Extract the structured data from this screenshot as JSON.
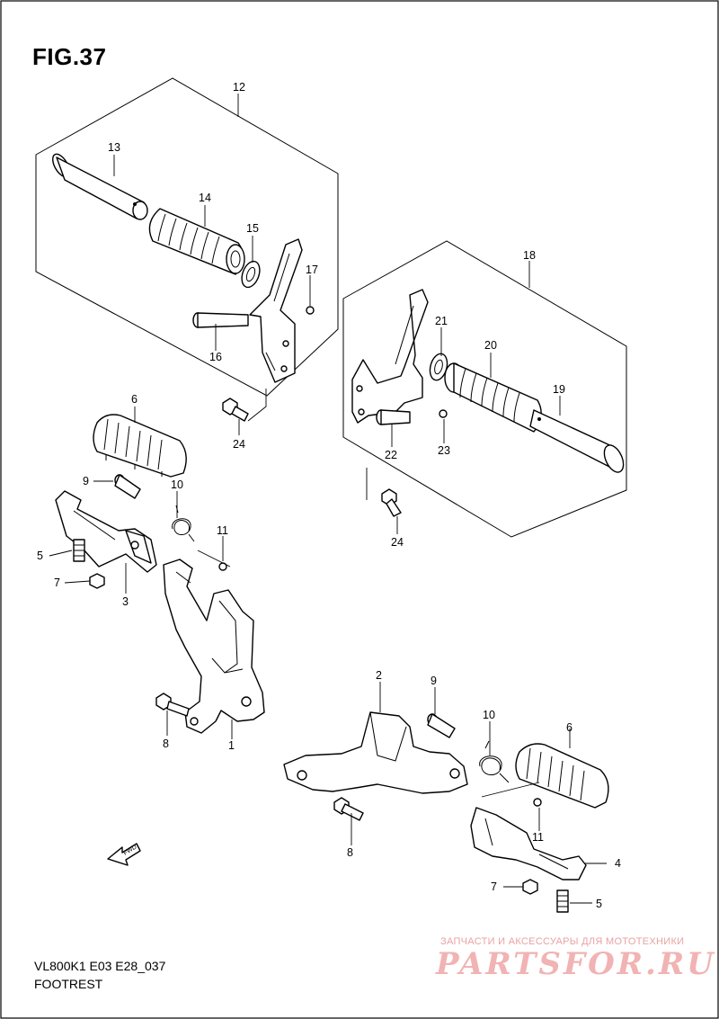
{
  "figure": {
    "title": "FIG.37",
    "model_code": "VL800K1 E03 E28_037",
    "section_name": "FOOTREST"
  },
  "watermark": {
    "caption": "ЗАПЧАСТИ И АКСЕССУАРЫ ДЛЯ МОТОТЕХНИКИ",
    "logo_text": "PARTSFOR.RU"
  },
  "forward_arrow": {
    "label": "FWD"
  },
  "callouts": [
    {
      "id": "c12-box",
      "label": "12"
    },
    {
      "id": "c13",
      "label": "13"
    },
    {
      "id": "c14-left",
      "label": "14"
    },
    {
      "id": "c15",
      "label": "15"
    },
    {
      "id": "c17",
      "label": "17"
    },
    {
      "id": "c16",
      "label": "16"
    },
    {
      "id": "c24-left",
      "label": "24"
    },
    {
      "id": "c18-box",
      "label": "18"
    },
    {
      "id": "c21",
      "label": "21"
    },
    {
      "id": "c20",
      "label": "20"
    },
    {
      "id": "c19",
      "label": "19"
    },
    {
      "id": "c22",
      "label": "22"
    },
    {
      "id": "c23",
      "label": "23"
    },
    {
      "id": "c24-right",
      "label": "24"
    },
    {
      "id": "c6-left",
      "label": "6"
    },
    {
      "id": "c9-left",
      "label": "9"
    },
    {
      "id": "c10-left",
      "label": "10"
    },
    {
      "id": "c11-left",
      "label": "11"
    },
    {
      "id": "c5-left",
      "label": "5"
    },
    {
      "id": "c7-left",
      "label": "7"
    },
    {
      "id": "c3",
      "label": "3"
    },
    {
      "id": "c8-left",
      "label": "8"
    },
    {
      "id": "c1",
      "label": "1"
    },
    {
      "id": "c2",
      "label": "2"
    },
    {
      "id": "c9-right",
      "label": "9"
    },
    {
      "id": "c10-right",
      "label": "10"
    },
    {
      "id": "c6-right",
      "label": "6"
    },
    {
      "id": "c8-right",
      "label": "8"
    },
    {
      "id": "c11-right",
      "label": "11"
    },
    {
      "id": "c4",
      "label": "4"
    },
    {
      "id": "c7-right",
      "label": "7"
    },
    {
      "id": "c5-right",
      "label": "5"
    }
  ]
}
